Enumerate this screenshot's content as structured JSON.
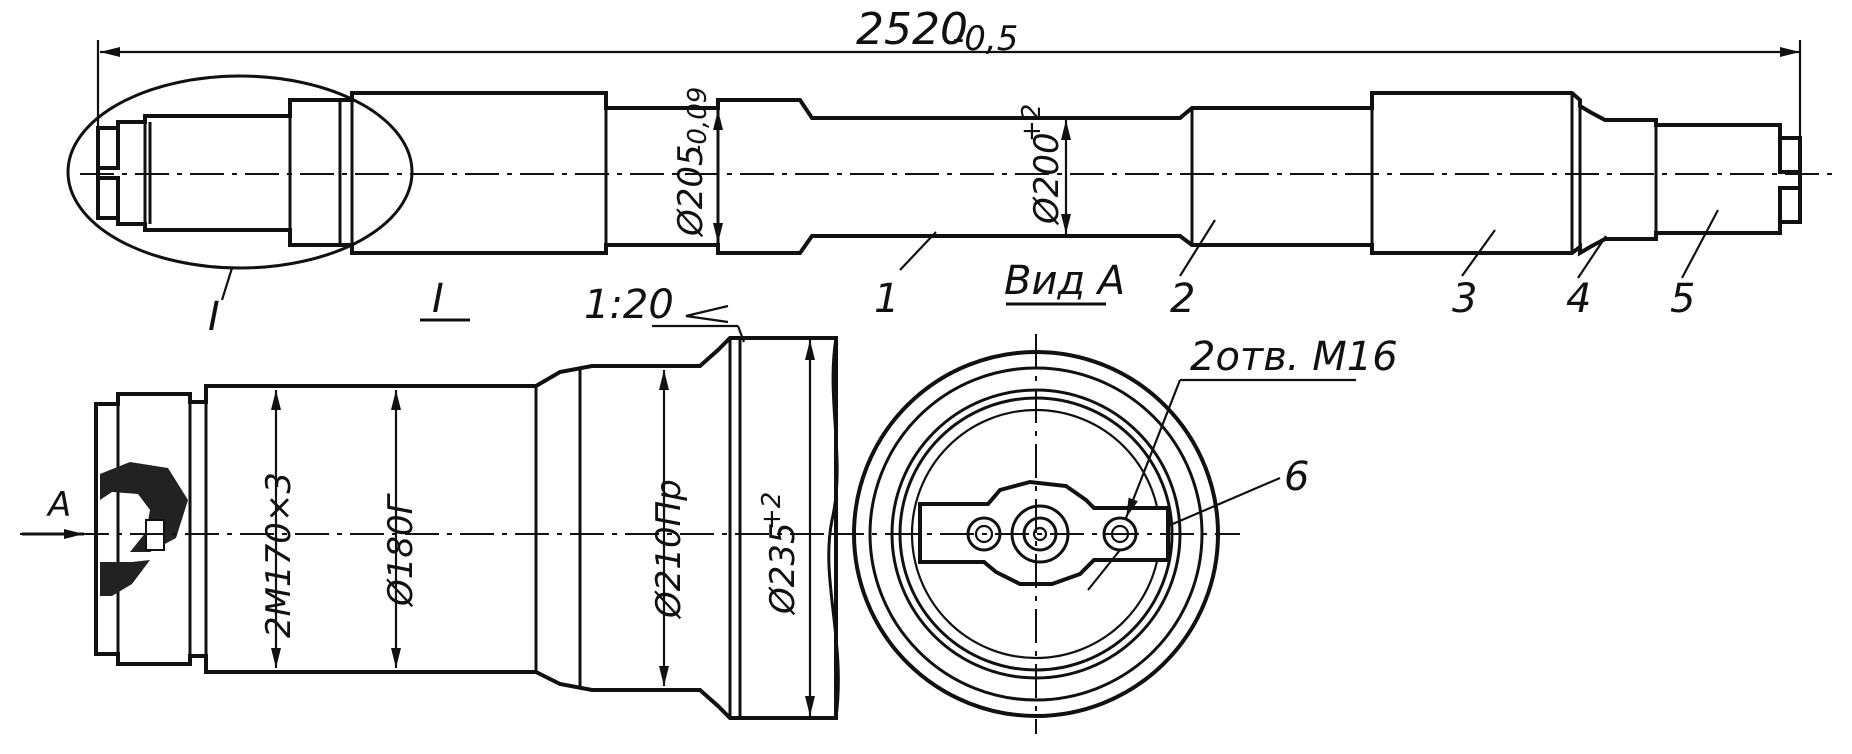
{
  "main_view": {
    "overall_length": "2520",
    "overall_tol": "-0,5",
    "dia_205": "Ø205",
    "dia_205_tol": "-0,09",
    "dia_200": "Ø200",
    "dia_200_tol": "+2",
    "callouts": [
      "1",
      "2",
      "3",
      "4",
      "5"
    ],
    "detail_mark": "I"
  },
  "detail_view": {
    "title": "I",
    "taper": "1:20",
    "arrow_label": "A",
    "thread": "2M170×3",
    "dia_180": "Ø180Г",
    "dia_210": "Ø210Пр",
    "dia_235": "Ø235",
    "dia_235_tol": "+2"
  },
  "view_a": {
    "title": "Вид А",
    "holes_note": "2отв. М16",
    "callout": "6"
  },
  "colors": {
    "line": "#111111",
    "paper": "#ffffff"
  }
}
